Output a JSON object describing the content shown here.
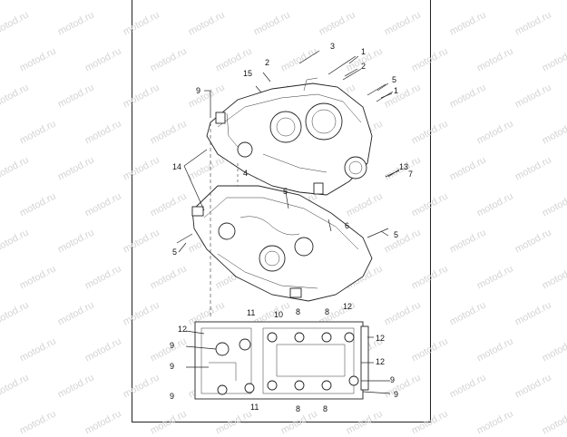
{
  "watermark": "motod.ru",
  "callouts_top": [
    "1",
    "2",
    "3",
    "2",
    "1",
    "5",
    "15",
    "9",
    "14",
    "4",
    "5",
    "13",
    "7",
    "6",
    "5",
    "5"
  ],
  "callouts_bottom": [
    "12",
    "9",
    "9",
    "9",
    "11",
    "10",
    "8",
    "8",
    "12",
    "12",
    "12",
    "9",
    "9",
    "11",
    "8",
    "8"
  ],
  "icons": {
    "crankcase_upper": "crankcase-upper-half",
    "crankcase_lower": "crankcase-lower-half",
    "crankcase_bottom_view": "crankcase-bottom-view"
  }
}
